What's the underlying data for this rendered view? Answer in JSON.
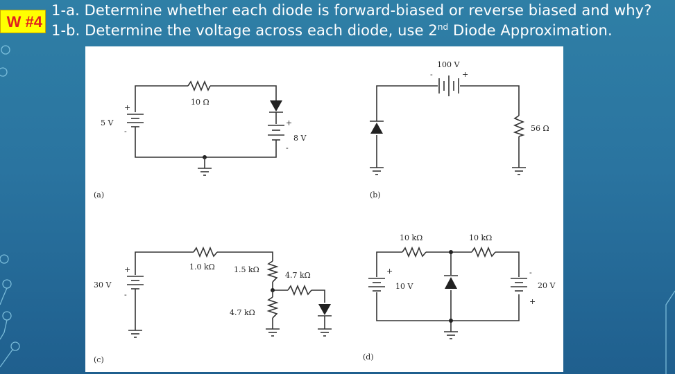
{
  "header": {
    "badge": "W #4",
    "question_1": "1-a. Determine whether each diode is forward-biased or reverse biased and why?",
    "question_2_prefix": "1-b. Determine the voltage across each diode, use 2",
    "question_2_sup": "nd",
    "question_2_suffix": " Diode Approximation."
  },
  "circuits": {
    "a": {
      "label": "(a)",
      "source_left": "5 V",
      "resistor": "10 Ω",
      "source_right": "8 V"
    },
    "b": {
      "label": "(b)",
      "source": "100 V",
      "resistor": "56 Ω"
    },
    "c": {
      "label": "(c)",
      "source": "30 V",
      "r1": "1.0 kΩ",
      "r2": "1.5 kΩ",
      "r3": "4.7 kΩ",
      "r4": "4.7 kΩ"
    },
    "d": {
      "label": "(d)",
      "r1": "10 kΩ",
      "r2": "10 kΩ",
      "source_left": "10 V",
      "source_right": "20 V"
    }
  },
  "colors": {
    "badge_bg": "#ffff00",
    "badge_text": "#e02020",
    "background": "#2a74a0"
  }
}
